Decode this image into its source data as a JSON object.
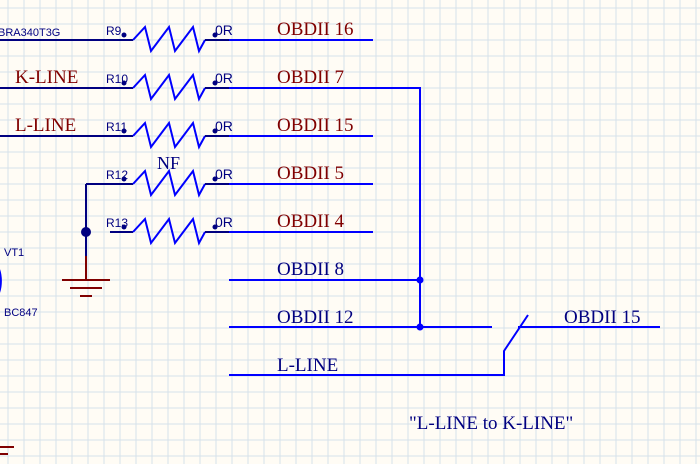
{
  "colors": {
    "background": "#fffcf5",
    "grid": "#d6e2ea",
    "wire": "#0000ff",
    "wire_dark": "#000080",
    "net_label_red": "#800000",
    "net_label_blue": "#000080",
    "ground": "#800000"
  },
  "left_labels": {
    "part_top": "BRA340T3G",
    "k_line": "K-LINE",
    "l_line": "L-LINE",
    "vt1": "VT1",
    "bc847": "BC847"
  },
  "resistors": [
    {
      "designator": "R9",
      "value": "0R",
      "net": "OBDII 16"
    },
    {
      "designator": "R10",
      "value": "0R",
      "net": "OBDII 7"
    },
    {
      "designator": "R11",
      "value": "0R",
      "net": "OBDII 15",
      "note": "NF"
    },
    {
      "designator": "R12",
      "value": "0R",
      "net": "OBDII 5"
    },
    {
      "designator": "R13",
      "value": "0R",
      "net": "OBDII 4"
    }
  ],
  "lower_nets": {
    "obdii_8": "OBDII 8",
    "obdii_12": "OBDII 12",
    "l_line": "L-LINE",
    "switch_net": "OBDII 15"
  },
  "caption": "\"L-LINE to K-LINE\""
}
